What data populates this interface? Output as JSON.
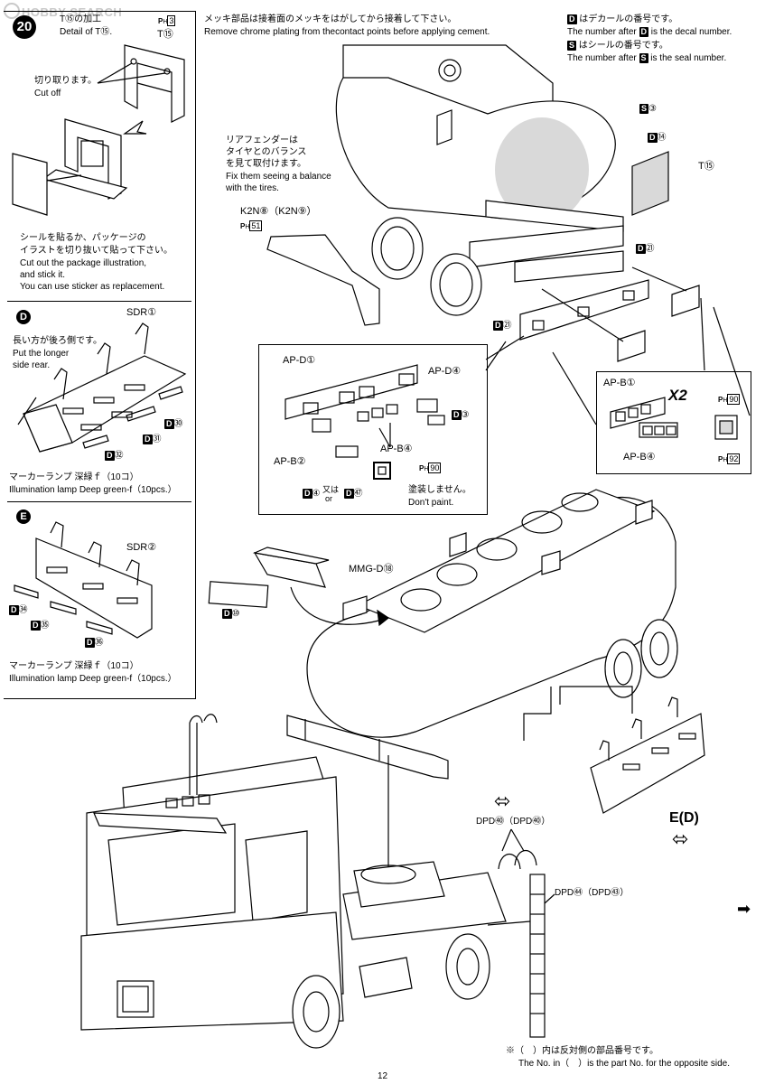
{
  "watermark": "HOBBY SEARCH",
  "step": {
    "number": "20",
    "detail_jp": "T⑮の加工",
    "detail_en": "Detail of T⑮.",
    "ph_ref": "3",
    "part": "T⑮",
    "cutoff_jp": "切り取ります。",
    "cutoff_en": "Cut off",
    "sticker_jp_1": "シールを貼るか、パッケージの",
    "sticker_jp_2": "イラストを切り抜いて貼って下さい。",
    "sticker_en_1": "Cut out the package illustration,",
    "sticker_en_2": "and stick it.",
    "sticker_en_3": "You can use sticker as replacement."
  },
  "chrome_note": {
    "jp": "メッキ部品は接着面のメッキをはがしてから接着して下さい。",
    "en": "Remove chrome plating from thecontact points before applying cement."
  },
  "legend": {
    "decal_jp": "はデカールの番号です。",
    "decal_en_pre": "The number after",
    "decal_en_post": "is the decal number.",
    "seal_jp": "はシールの番号です。",
    "seal_en_pre": "The number after",
    "seal_en_post": "is the seal number.",
    "d": "D",
    "s": "S"
  },
  "option_d": {
    "letter": "D",
    "part": "SDR①",
    "note_jp": "長い方が後ろ側です。",
    "note_en_1": "Put the longer",
    "note_en_2": "side rear.",
    "decals": [
      "㉚",
      "㉛",
      "㉜"
    ],
    "lamp_jp": "マーカーランプ 深緑ｆ（10コ）",
    "lamp_en": "Illumination lamp Deep green-f（10pcs.）"
  },
  "option_e": {
    "letter": "E",
    "part": "SDR②",
    "decals": [
      "㉞",
      "㉟",
      "㊱"
    ],
    "lamp_jp": "マーカーランプ 深緑ｆ（10コ）",
    "lamp_en": "Illumination lamp Deep green-f（10pcs.）"
  },
  "tank_labels": {
    "s3": "③",
    "d14": "⑭",
    "t15": "T⑮",
    "d21a": "㉑",
    "d21b": "㉑",
    "rear_fender_jp_1": "リアフェンダーは",
    "rear_fender_jp_2": "タイヤとのバランス",
    "rear_fender_jp_3": "を見て取付けます。",
    "rear_fender_en_1": "Fix them seeing a balance",
    "rear_fender_en_2": "with the tires.",
    "k2n": "K2N⑧（K2N⑨）",
    "ph51": "51"
  },
  "inset_apd": {
    "apd1": "AP-D①",
    "apd4": "AP-D④",
    "apb2": "AP-B②",
    "apb4": "AP-B④",
    "d3": "③",
    "d4": "④",
    "d47": "㊼",
    "or_jp": "又は",
    "or_en": "or",
    "ph90": "90",
    "nopaint_jp": "塗装しません。",
    "nopaint_en": "Don't paint."
  },
  "inset_apb": {
    "apb1": "AP-B①",
    "apb4": "AP-B④",
    "times": "X2",
    "ph90": "90",
    "ph92": "92"
  },
  "lower": {
    "mmg": "MMG-D⑱",
    "d10": "⑩",
    "e_d": "E(D)",
    "dpd40": "DPD㊵（DPD㊵）",
    "dpd44": "DPD㊹（DPD㊸）",
    "opposite_jp": "※（　）内は反対側の部品番号です。",
    "opposite_en": "The No. in（　）is the part No. for the opposite side.",
    "page": "12"
  }
}
